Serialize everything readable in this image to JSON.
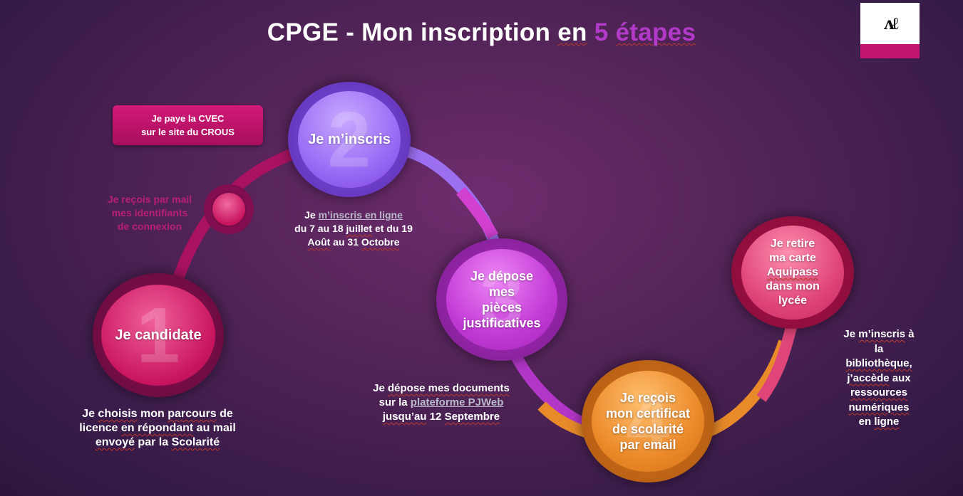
{
  "title": {
    "prefix": "CPGE - Mon inscription ",
    "en": "en",
    "space": " ",
    "number": "5",
    "space2": " ",
    "etapes": "étapes"
  },
  "logo": {
    "mark": "ᴧℓ"
  },
  "cvec": {
    "line1": "Je paye la CVEC",
    "line2": "sur le site du CROUS"
  },
  "mail": {
    "line1": "Je reçois par mail",
    "line2": "mes identifiants",
    "line3": "de connexion"
  },
  "steps": {
    "s1": {
      "number": "1",
      "label": "Je candidate"
    },
    "s2": {
      "number": "2",
      "label": "Je m’inscris"
    },
    "s3": {
      "number": "3",
      "l1": "Je dépose",
      "l2": "mes",
      "l3": "pièces",
      "l4": "justificatives"
    },
    "s4": {
      "number": "4",
      "l1": "Je reçois",
      "l2": "mon certificat",
      "l3": "de scolarité",
      "l4": "par email"
    },
    "s5": {
      "l1": "Je retire",
      "l2": "ma carte",
      "l3": "Aquipass",
      "l4": "dans mon",
      "l5": "lycée"
    }
  },
  "desc1": {
    "l1a": "Je ",
    "l1b": "choisis",
    "l1c": " mon ",
    "l1d": "parcours",
    "l1e": " de",
    "l2a": "licence ",
    "l2b": "en répondant",
    "l2c": " au mail",
    "l3a": "envoyé",
    "l3b": " par la ",
    "l3c": "Scolarité"
  },
  "desc2": {
    "l1a": "Je ",
    "l1b": "m’inscris en ligne",
    "l2a": "du 7 au 18 ",
    "l2b": "juillet",
    "l2c": " et du 19",
    "l3a": "Août",
    "l3b": " au 31 ",
    "l3c": "Octobre"
  },
  "desc3": {
    "l1a": "Je ",
    "l1b": "dépose mes documents",
    "l2a": "sur la ",
    "l2b": "plateforme PJWeb",
    "l3a": "jusqu’au",
    "l3b": " 12 ",
    "l3c": "Septembre"
  },
  "desc5": {
    "l1a": "Je ",
    "l1b": "m’inscris",
    "l1c": " à",
    "l2": "la",
    "l3": "bibliothèque,",
    "l4a": "j’accède",
    "l4b": " aux",
    "l5": "ressources",
    "l6": "numériques",
    "l7a": "en ",
    "l7b": "ligne"
  },
  "colors": {
    "pink": "#c8145e",
    "violet": "#8e57f0",
    "magenta": "#c23ad6",
    "orange": "#ec8a2a",
    "rose": "#e0457a"
  }
}
